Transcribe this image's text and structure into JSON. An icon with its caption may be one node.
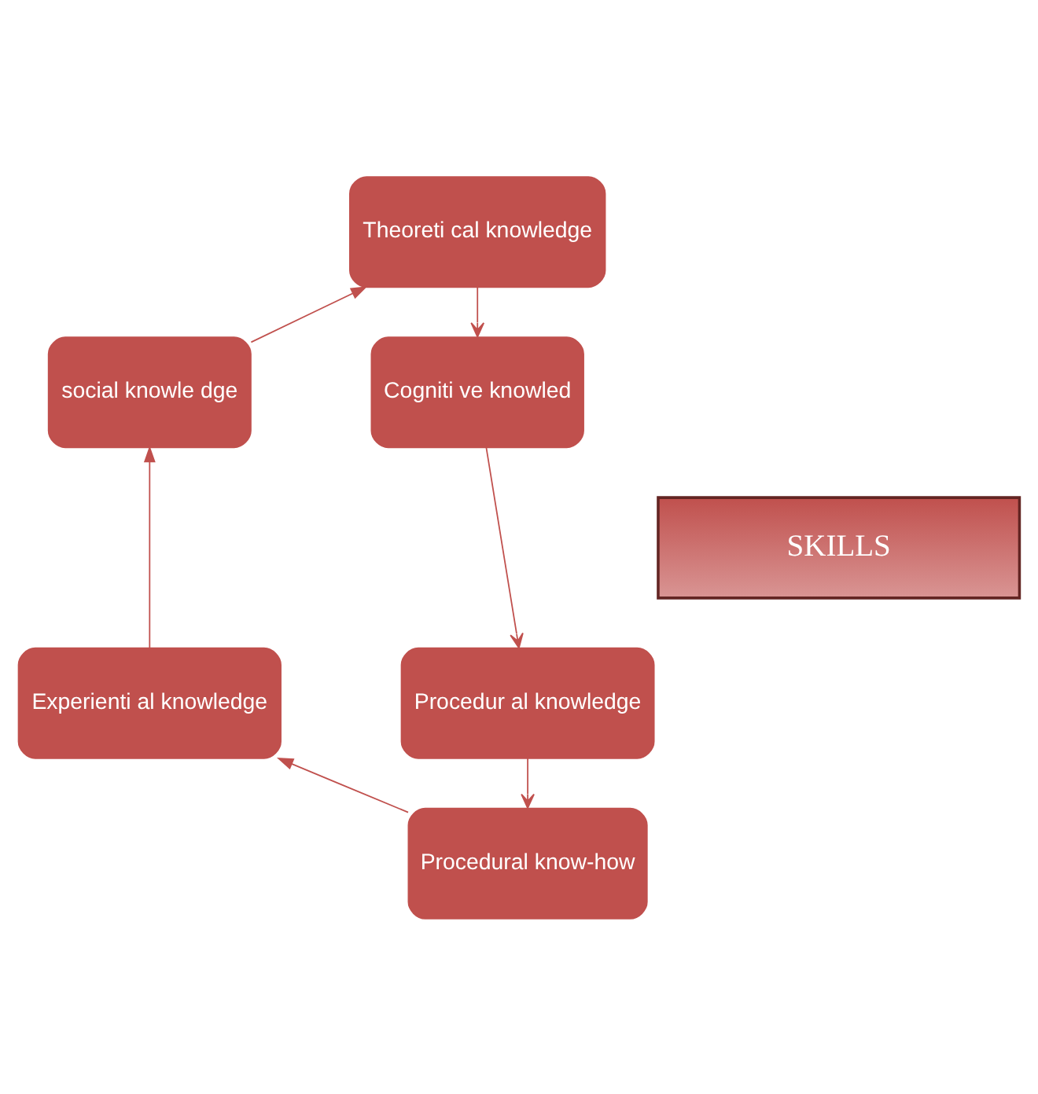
{
  "diagram": {
    "nodes": [
      {
        "text": [
          "Theoreti cal knowledge"
        ]
      },
      {
        "text": [
          "social knowle dge"
        ]
      },
      {
        "text": [
          "Cogniti ve knowled"
        ]
      },
      {
        "text": [
          "SKILLS"
        ]
      },
      {
        "text": [
          "Experienti al knowledge"
        ]
      },
      {
        "text": [
          "Procedur al knowledge"
        ]
      },
      {
        "text": [
          "Procedural know-how"
        ]
      }
    ],
    "edges": [
      {
        "from": 0,
        "to": 2,
        "arrow": "to"
      },
      {
        "from": 2,
        "to": 5,
        "arrow": "to"
      },
      {
        "from": 5,
        "to": 6,
        "arrow": "to"
      },
      {
        "from": 6,
        "to": 4,
        "arrow": "to"
      },
      {
        "from": 4,
        "to": 1,
        "arrow": "to"
      },
      {
        "from": 1,
        "to": 0,
        "arrow": "to"
      }
    ]
  }
}
